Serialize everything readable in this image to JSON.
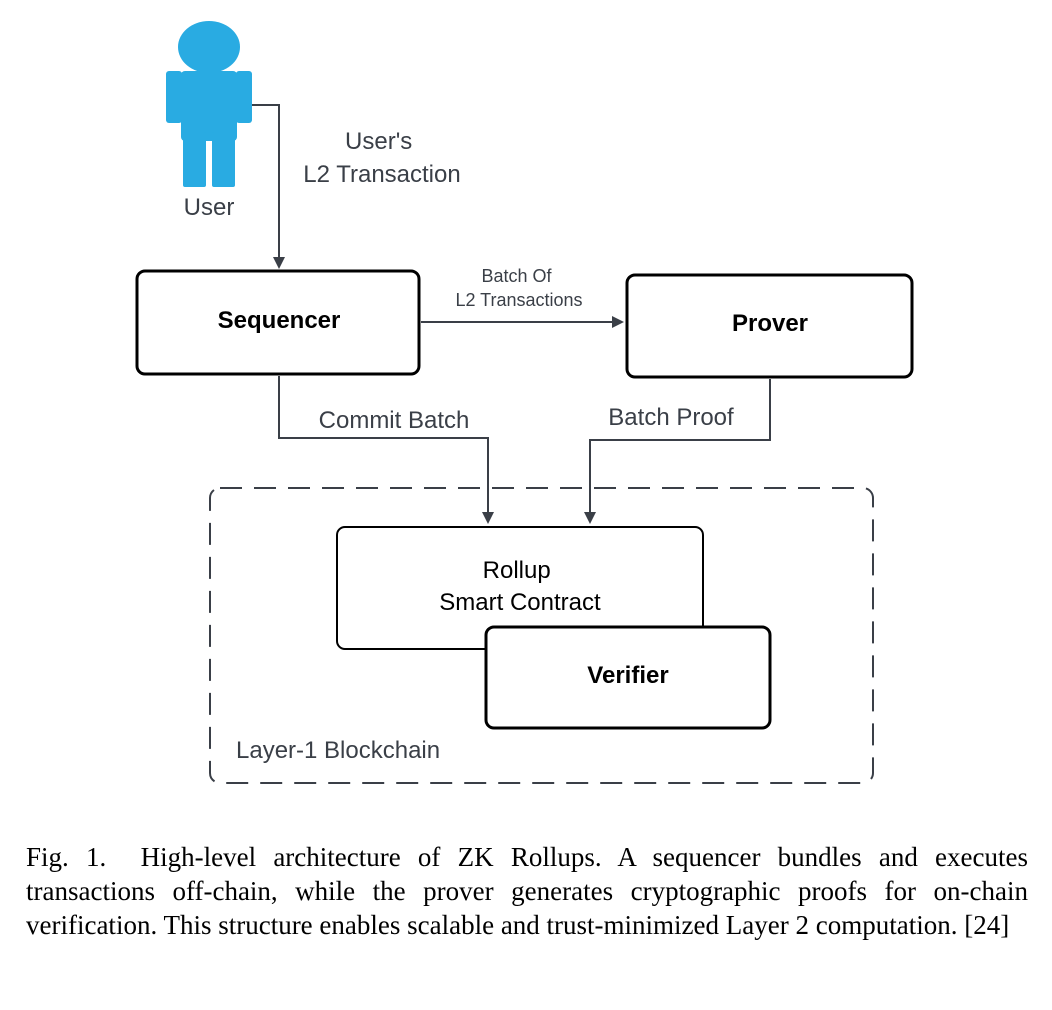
{
  "diagram": {
    "user": {
      "label": "User",
      "icon": "person-icon"
    },
    "edges": {
      "user_to_sequencer": [
        "User's",
        "L2 Transaction"
      ],
      "sequencer_to_prover": [
        "Batch Of",
        "L2 Transactions"
      ],
      "commit": "Commit Batch",
      "proof": "Batch Proof"
    },
    "nodes": {
      "sequencer": "Sequencer",
      "prover": "Prover",
      "rollup": [
        "Rollup",
        "Smart Contract"
      ],
      "verifier": "Verifier"
    },
    "group": {
      "label": "Layer-1 Blockchain"
    }
  },
  "caption": {
    "prefix": "Fig. 1.",
    "text": "High-level architecture of ZK Rollups. A sequencer bundles and executes transactions off-chain, while the prover generates cryptographic proofs for on-chain verification. This structure enables scalable and trust-minimized Layer 2 computation. [24]"
  },
  "colors": {
    "person": "#29abe2",
    "edge": "#3a3f47",
    "box_stroke": "#000000"
  }
}
